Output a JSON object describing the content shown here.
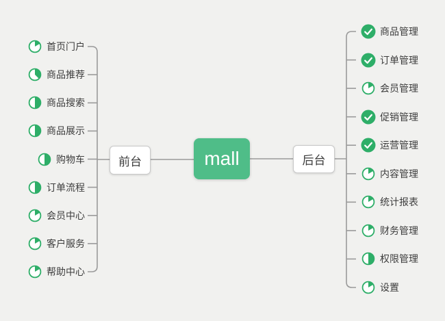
{
  "app": {
    "background_color": "#f1f1ef",
    "line_color": "#9a9a9a",
    "text_color": "#3d3d3d",
    "icon_green": "#2eae68",
    "root_green": "#4fbd88"
  },
  "diagram": {
    "type": "mindmap",
    "root": {
      "label": "mall"
    },
    "left_branch": {
      "label": "前台",
      "children": [
        {
          "label": "首页门户",
          "progress_deg": 60,
          "icon": "progress-pie-icon"
        },
        {
          "label": "商品推荐",
          "progress_deg": 135,
          "icon": "progress-pie-icon"
        },
        {
          "label": "商品搜索",
          "progress_deg": 180,
          "icon": "progress-pie-icon"
        },
        {
          "label": "商品展示",
          "progress_deg": 180,
          "icon": "progress-pie-icon"
        },
        {
          "label": "购物车",
          "progress_deg": 180,
          "icon": "progress-pie-icon"
        },
        {
          "label": "订单流程",
          "progress_deg": 180,
          "icon": "progress-pie-icon"
        },
        {
          "label": "会员中心",
          "progress_deg": 60,
          "icon": "progress-pie-icon"
        },
        {
          "label": "客户服务",
          "progress_deg": 60,
          "icon": "progress-pie-icon"
        },
        {
          "label": "帮助中心",
          "progress_deg": 60,
          "icon": "progress-pie-icon"
        }
      ]
    },
    "right_branch": {
      "label": "后台",
      "children": [
        {
          "label": "商品管理",
          "progress_deg": 360,
          "icon": "check-circle-icon"
        },
        {
          "label": "订单管理",
          "progress_deg": 360,
          "icon": "check-circle-icon"
        },
        {
          "label": "会员管理",
          "progress_deg": 60,
          "icon": "progress-pie-icon"
        },
        {
          "label": "促销管理",
          "progress_deg": 360,
          "icon": "check-circle-icon"
        },
        {
          "label": "运营管理",
          "progress_deg": 360,
          "icon": "check-circle-icon"
        },
        {
          "label": "内容管理",
          "progress_deg": 60,
          "icon": "progress-pie-icon"
        },
        {
          "label": "统计报表",
          "progress_deg": 60,
          "icon": "progress-pie-icon"
        },
        {
          "label": "财务管理",
          "progress_deg": 60,
          "icon": "progress-pie-icon"
        },
        {
          "label": "权限管理",
          "progress_deg": 180,
          "icon": "progress-pie-icon"
        },
        {
          "label": "设置",
          "progress_deg": 60,
          "icon": "progress-pie-icon"
        }
      ]
    }
  }
}
